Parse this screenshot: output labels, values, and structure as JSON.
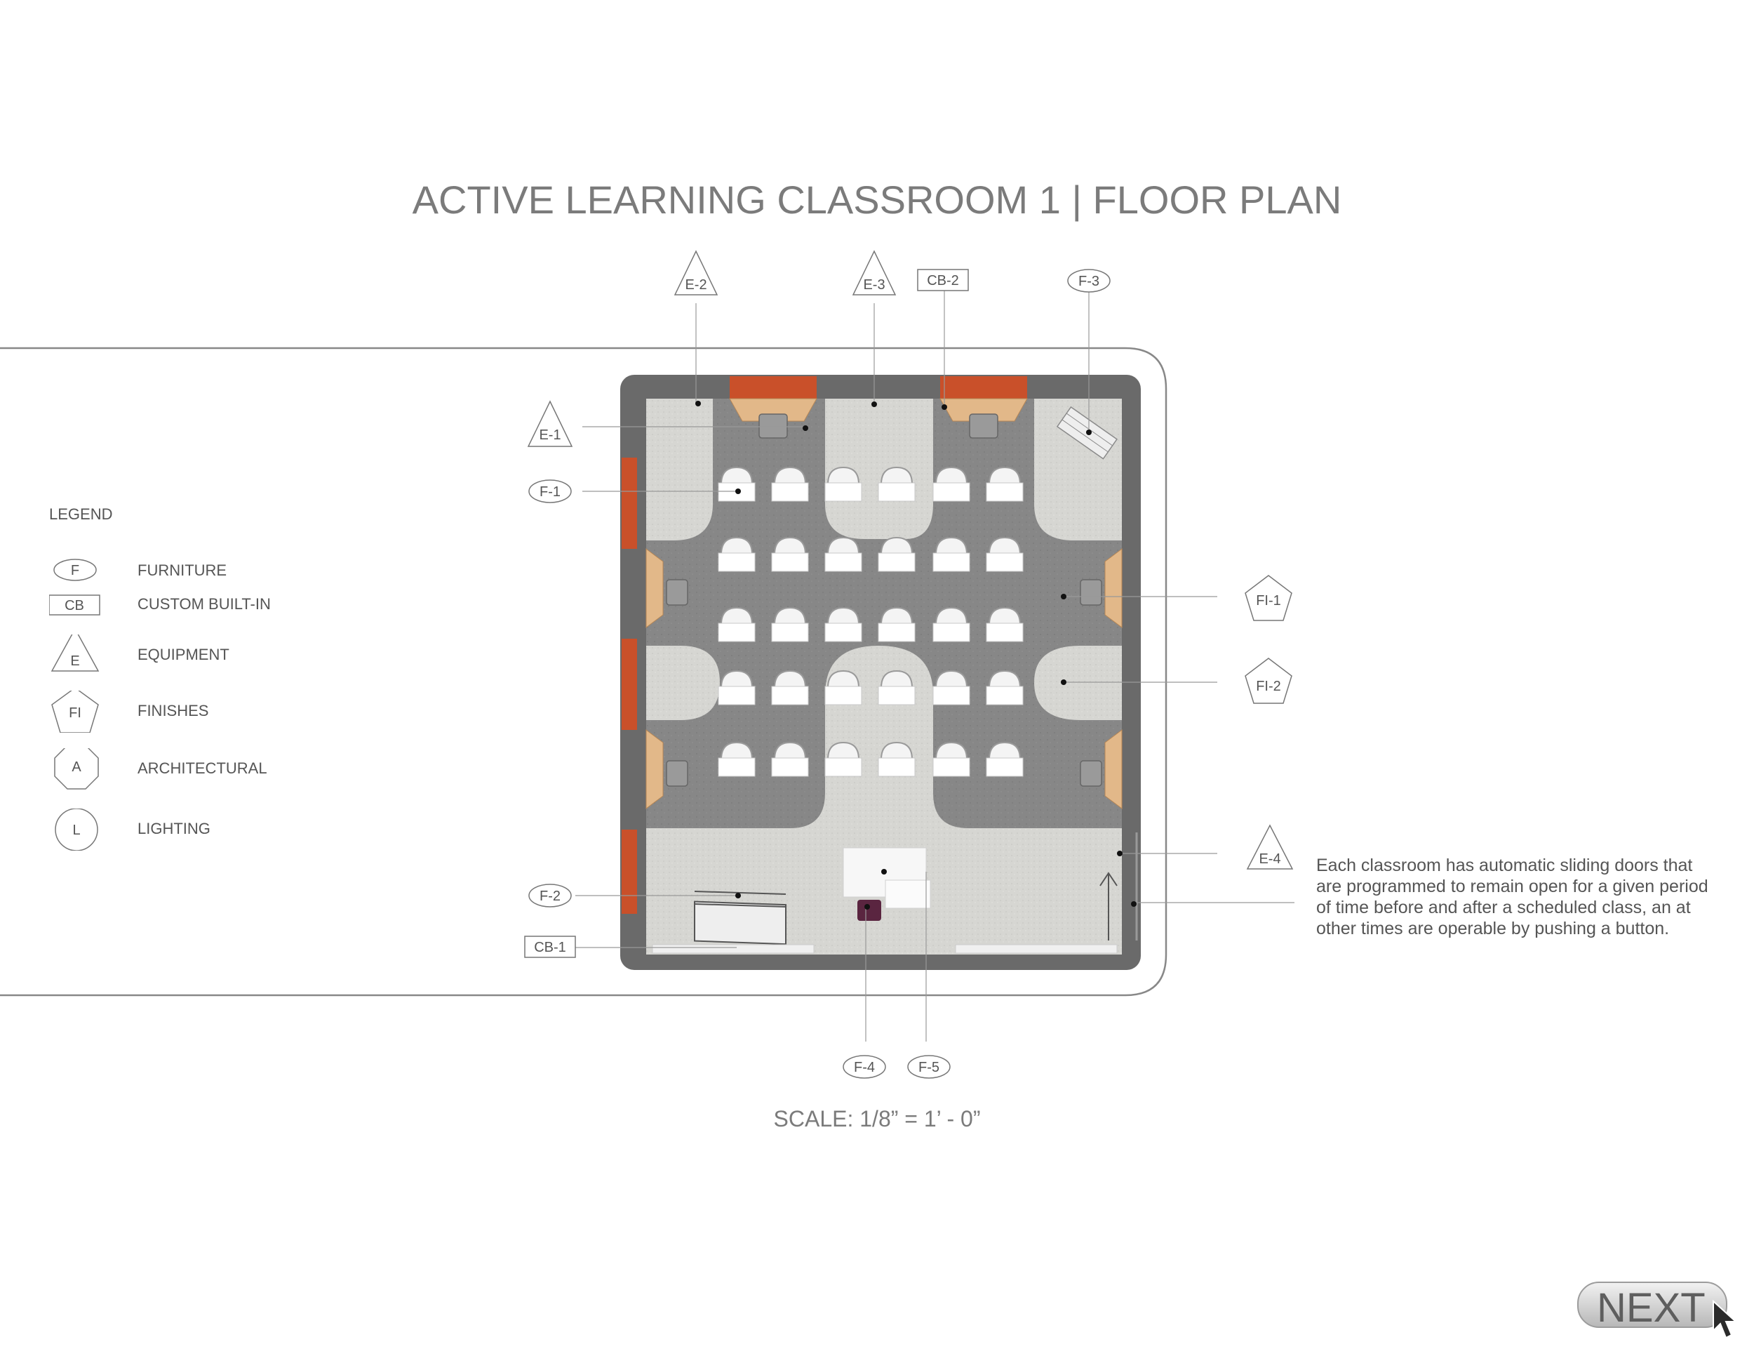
{
  "title": "ACTIVE LEARNING CLASSROOM 1  |  FLOOR PLAN",
  "legend": {
    "heading": "LEGEND",
    "items": [
      {
        "symbol": "F",
        "shape": "ellipse",
        "label": "FURNITURE"
      },
      {
        "symbol": "CB",
        "shape": "rectangle",
        "label": "CUSTOM BUILT-IN"
      },
      {
        "symbol": "E",
        "shape": "triangle",
        "label": "EQUIPMENT"
      },
      {
        "symbol": "FI",
        "shape": "pentagon",
        "label": "FINISHES"
      },
      {
        "symbol": "A",
        "shape": "octagon",
        "label": "ARCHITECTURAL"
      },
      {
        "symbol": "L",
        "shape": "circle",
        "label": "LIGHTING"
      }
    ]
  },
  "tags": {
    "e2": "E-2",
    "e3": "E-3",
    "cb2": "CB-2",
    "f3": "F-3",
    "e1": "E-1",
    "f1": "F-1",
    "fi1": "FI-1",
    "fi2": "FI-2",
    "e4": "E-4",
    "f2": "F-2",
    "cb1": "CB-1",
    "f4": "F-4",
    "f5": "F-5"
  },
  "note": "Each classroom has automatic sliding doors that are programmed to remain open for a given period of time before and after a scheduled class, an at other times are operable by pushing a button.",
  "scale": "SCALE:  1/8” = 1’ - 0”",
  "next_label": "NEXT",
  "colors": {
    "wall": "#6c6c6c",
    "carpet_dark": "#8a8a8a",
    "carpet_light": "#d8d8d4",
    "accent_orange": "#c8502c",
    "wood": "#e3b98a"
  }
}
